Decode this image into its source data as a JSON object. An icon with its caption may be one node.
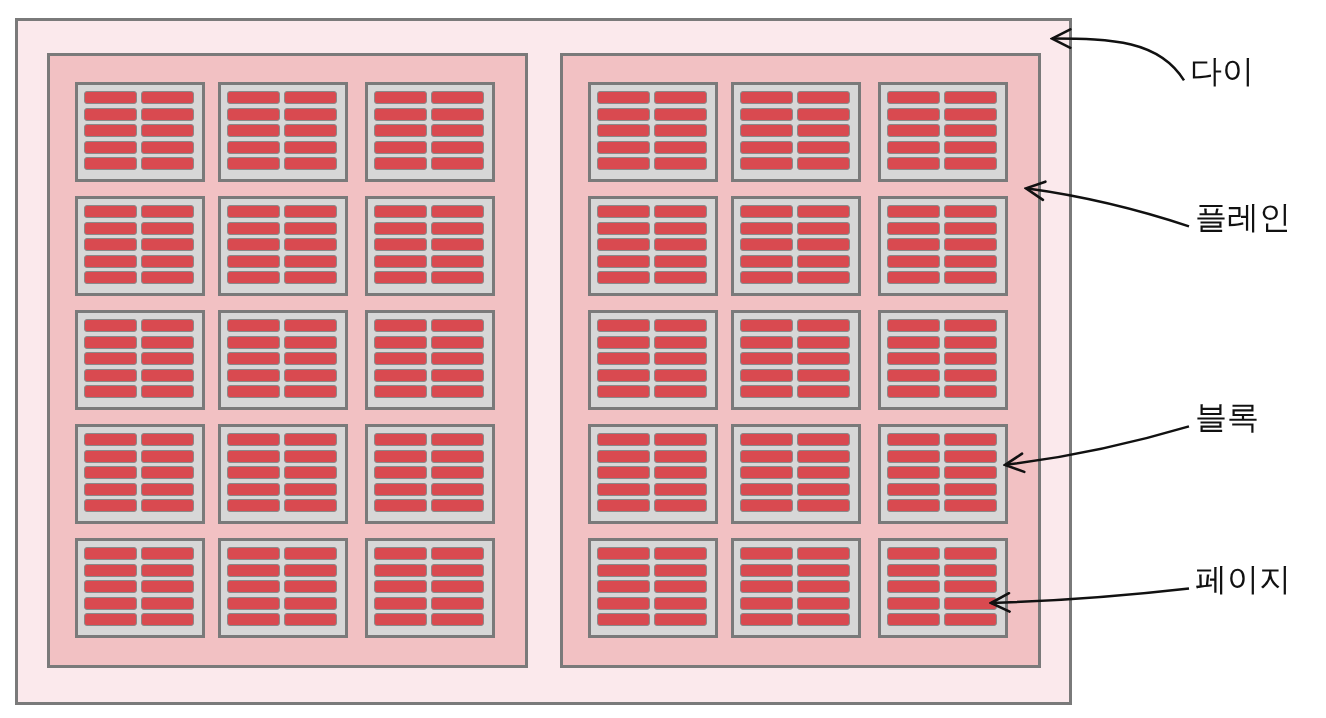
{
  "diagram": {
    "nodes": [
      {
        "text": [],
        "shape": "box"
      },
      {
        "text": [],
        "shape": "box",
        "in": 0
      },
      {
        "text": [],
        "shape": "box",
        "in": 1
      },
      {
        "text": [],
        "shape": "bar",
        "in": 2
      },
      {
        "text": [],
        "shape": "bar",
        "in": 2
      },
      {
        "text": [],
        "shape": "bar",
        "in": 2
      },
      {
        "text": [],
        "shape": "bar",
        "in": 2
      },
      {
        "text": [],
        "shape": "bar",
        "in": 2
      },
      {
        "text": [],
        "shape": "bar",
        "in": 2
      },
      {
        "text": [],
        "shape": "bar",
        "in": 2
      },
      {
        "text": [],
        "shape": "bar",
        "in": 2
      },
      {
        "text": [],
        "shape": "bar",
        "in": 2
      },
      {
        "text": [],
        "shape": "bar",
        "in": 2
      },
      {
        "text": [],
        "shape": "box",
        "in": 1
      },
      {
        "text": [],
        "shape": "bar",
        "in": 13
      },
      {
        "text": [],
        "shape": "bar",
        "in": 13
      },
      {
        "text": [],
        "shape": "bar",
        "in": 13
      },
      {
        "text": [],
        "shape": "bar",
        "in": 13
      },
      {
        "text": [],
        "shape": "bar",
        "in": 13
      },
      {
        "text": [],
        "shape": "bar",
        "in": 13
      },
      {
        "text": [],
        "shape": "bar",
        "in": 13
      },
      {
        "text": [],
        "shape": "bar",
        "in": 13
      },
      {
        "text": [],
        "shape": "bar",
        "in": 13
      },
      {
        "text": [],
        "shape": "bar",
        "in": 13
      },
      {
        "text": [],
        "shape": "box",
        "in": 1
      },
      {
        "text": [],
        "shape": "bar",
        "in": 24
      },
      {
        "text": [],
        "shape": "bar",
        "in": 24
      },
      {
        "text": [],
        "shape": "bar",
        "in": 24
      },
      {
        "text": [],
        "shape": "bar",
        "in": 24
      },
      {
        "text": [],
        "shape": "bar",
        "in": 24
      },
      {
        "text": [],
        "shape": "bar",
        "in": 24
      },
      {
        "text": [],
        "shape": "bar",
        "in": 24
      },
      {
        "text": [],
        "shape": "bar",
        "in": 24
      },
      {
        "text": [],
        "shape": "bar",
        "in": 24
      },
      {
        "text": [],
        "shape": "bar",
        "in": 24
      },
      {
        "text": [],
        "shape": "box",
        "in": 1
      },
      {
        "text": [],
        "shape": "bar",
        "in": 35
      },
      {
        "text": [],
        "shape": "bar",
        "in": 35
      },
      {
        "text": [],
        "shape": "bar",
        "in": 35
      },
      {
        "text": [],
        "shape": "bar",
        "in": 35
      },
      {
        "text": [],
        "shape": "bar",
        "in": 35
      },
      {
        "text": [],
        "shape": "bar",
        "in": 35
      },
      {
        "text": [],
        "shape": "bar",
        "in": 35
      },
      {
        "text": [],
        "shape": "bar",
        "in": 35
      },
      {
        "text": [],
        "shape": "bar",
        "in": 35
      },
      {
        "text": [],
        "shape": "bar",
        "in": 35
      },
      {
        "text": [],
        "shape": "box",
        "in": 1
      },
      {
        "text": [],
        "shape": "bar",
        "in": 46
      },
      {
        "text": [],
        "shape": "bar",
        "in": 46
      },
      {
        "text": [],
        "shape": "bar",
        "in": 46
      },
      {
        "text": [],
        "shape": "bar",
        "in": 46
      },
      {
        "text": [],
        "shape": "bar",
        "in": 46
      },
      {
        "text": [],
        "shape": "bar",
        "in": 46
      },
      {
        "text": [],
        "shape": "bar",
        "in": 46
      },
      {
        "text": [],
        "shape": "bar",
        "in": 46
      },
      {
        "text": [],
        "shape": "bar",
        "in": 46
      },
      {
        "text": [],
        "shape": "bar",
        "in": 46
      },
      {
        "text": [],
        "shape": "box",
        "in": 1
      },
      {
        "text": [],
        "shape": "bar",
        "in": 57
      },
      {
        "text": [],
        "shape": "bar",
        "in": 57
      },
      {
        "text": [],
        "shape": "bar",
        "in": 57
      },
      {
        "text": [],
        "shape": "bar",
        "in": 57
      },
      {
        "text": [],
        "shape": "bar",
        "in": 57
      },
      {
        "text": [],
        "shape": "bar",
        "in": 57
      },
      {
        "text": [],
        "shape": "bar",
        "in": 57
      },
      {
        "text": [],
        "shape": "bar",
        "in": 57
      },
      {
        "text": [],
        "shape": "bar",
        "in": 57
      },
      {
        "text": [],
        "shape": "bar",
        "in": 57
      },
      {
        "text": [],
        "shape": "box",
        "in": 1
      },
      {
        "text": [],
        "shape": "bar",
        "in": 68
      },
      {
        "text": [],
        "shape": "bar",
        "in": 68
      },
      {
        "text": [],
        "shape": "bar",
        "in": 68
      },
      {
        "text": [],
        "shape": "bar",
        "in": 68
      },
      {
        "text": [],
        "shape": "bar",
        "in": 68
      },
      {
        "text": [],
        "shape": "bar",
        "in": 68
      },
      {
        "text": [],
        "shape": "bar",
        "in": 68
      },
      {
        "text": [],
        "shape": "bar",
        "in": 68
      },
      {
        "text": [],
        "shape": "bar",
        "in": 68
      },
      {
        "text": [],
        "shape": "bar",
        "in": 68
      },
      {
        "text": [],
        "shape": "box",
        "in": 1
      },
      {
        "text": [],
        "shape": "bar",
        "in": 79
      },
      {
        "text": [],
        "shape": "bar",
        "in": 79
      },
      {
        "text": [],
        "shape": "bar",
        "in": 79
      },
      {
        "text": [],
        "shape": "bar",
        "in": 79
      },
      {
        "text": [],
        "shape": "bar",
        "in": 79
      },
      {
        "text": [],
        "shape": "bar",
        "in": 79
      },
      {
        "text": [],
        "shape": "bar",
        "in": 79
      },
      {
        "text": [],
        "shape": "bar",
        "in": 79
      },
      {
        "text": [],
        "shape": "bar",
        "in": 79
      },
      {
        "text": [],
        "shape": "bar",
        "in": 79
      },
      {
        "text": [],
        "shape": "box",
        "in": 1
      },
      {
        "text": [],
        "shape": "bar",
        "in": 90
      },
      {
        "text": [],
        "shape": "bar",
        "in": 90
      },
      {
        "text": [],
        "shape": "bar",
        "in": 90
      },
      {
        "text": [],
        "shape": "bar",
        "in": 90
      },
      {
        "text": [],
        "shape": "bar",
        "in": 90
      },
      {
        "text": [],
        "shape": "bar",
        "in": 90
      },
      {
        "text": [],
        "shape": "bar",
        "in": 90
      },
      {
        "text": [],
        "shape": "bar",
        "in": 90
      },
      {
        "text": [],
        "shape": "bar",
        "in": 90
      },
      {
        "text": [],
        "shape": "bar",
        "in": 90
      },
      {
        "text": [],
        "shape": "box",
        "in": 1
      },
      {
        "text": [],
        "shape": "bar",
        "in": 101
      },
      {
        "text": [],
        "shape": "bar",
        "in": 101
      },
      {
        "text": [],
        "shape": "bar",
        "in": 101
      },
      {
        "text": [],
        "shape": "bar",
        "in": 101
      },
      {
        "text": [],
        "shape": "bar",
        "in": 101
      },
      {
        "text": [],
        "shape": "bar",
        "in": 101
      },
      {
        "text": [],
        "shape": "bar",
        "in": 101
      },
      {
        "text": [],
        "shape": "bar",
        "in": 101
      },
      {
        "text": [],
        "shape": "bar",
        "in": 101
      },
      {
        "text": [],
        "shape": "bar",
        "in": 101
      },
      {
        "text": [],
        "shape": "box",
        "in": 1
      },
      {
        "text": [],
        "shape": "bar",
        "in": 112
      },
      {
        "text": [],
        "shape": "bar",
        "in": 112
      },
      {
        "text": [],
        "shape": "bar",
        "in": 112
      },
      {
        "text": [],
        "shape": "bar",
        "in": 112
      },
      {
        "text": [],
        "shape": "bar",
        "in": 112
      },
      {
        "text": [],
        "shape": "bar",
        "in": 112
      },
      {
        "text": [],
        "shape": "bar",
        "in": 112
      },
      {
        "text": [],
        "shape": "bar",
        "in": 112
      },
      {
        "text": [],
        "shape": "bar",
        "in": 112
      },
      {
        "text": [],
        "shape": "bar",
        "in": 112
      },
      {
        "text": [],
        "shape": "box",
        "in": 1
      },
      {
        "text": [],
        "shape": "bar",
        "in": 123
      },
      {
        "text": [],
        "shape": "bar",
        "in": 123
      },
      {
        "text": [],
        "shape": "bar",
        "in": 123
      },
      {
        "text": [],
        "shape": "bar",
        "in": 123
      },
      {
        "text": [],
        "shape": "bar",
        "in": 123
      },
      {
        "text": [],
        "shape": "bar",
        "in": 123
      },
      {
        "text": [],
        "shape": "bar",
        "in": 123
      },
      {
        "text": [],
        "shape": "bar",
        "in": 123
      },
      {
        "text": [],
        "shape": "bar",
        "in": 123
      },
      {
        "text": [],
        "shape": "bar",
        "in": 123
      },
      {
        "text": [],
        "shape": "box",
        "in": 1
      },
      {
        "text": [],
        "shape": "bar",
        "in": 134
      },
      {
        "text": [],
        "shape": "bar",
        "in": 134
      },
      {
        "text": [],
        "shape": "bar",
        "in": 134
      },
      {
        "text": [],
        "shape": "bar",
        "in": 134
      },
      {
        "text": [],
        "shape": "bar",
        "in": 134
      },
      {
        "text": [],
        "shape": "bar",
        "in": 134
      },
      {
        "text": [],
        "shape": "bar",
        "in": 134
      },
      {
        "text": [],
        "shape": "bar",
        "in": 134
      },
      {
        "text": [],
        "shape": "bar",
        "in": 134
      },
      {
        "text": [],
        "shape": "bar",
        "in": 134
      },
      {
        "text": [],
        "shape": "box",
        "in": 1
      },
      {
        "text": [],
        "shape": "bar",
        "in": 145
      },
      {
        "text": [],
        "shape": "bar",
        "in": 145
      },
      {
        "text": [],
        "shape": "bar",
        "in": 145
      },
      {
        "text": [],
        "shape": "bar",
        "in": 145
      },
      {
        "text": [],
        "shape": "bar",
        "in": 145
      },
      {
        "text": [],
        "shape": "bar",
        "in": 145
      },
      {
        "text": [],
        "shape": "bar",
        "in": 145
      },
      {
        "text": [],
        "shape": "bar",
        "in": 145
      },
      {
        "text": [],
        "shape": "bar",
        "in": 145
      },
      {
        "text": [],
        "shape": "bar",
        "in": 145
      },
      {
        "text": [],
        "shape": "box",
        "in": 1
      },
      {
        "text": [],
        "shape": "bar",
        "in": 156
      },
      {
        "text": [],
        "shape": "bar",
        "in": 156
      },
      {
        "text": [],
        "shape": "bar",
        "in": 156
      },
      {
        "text": [],
        "shape": "bar",
        "in": 156
      },
      {
        "text": [],
        "shape": "bar",
        "in": 156
      },
      {
        "text": [],
        "shape": "bar",
        "in": 156
      },
      {
        "text": [],
        "shape": "bar",
        "in": 156
      },
      {
        "text": [],
        "shape": "bar",
        "in": 156
      },
      {
        "text": [],
        "shape": "bar",
        "in": 156
      },
      {
        "text": [],
        "shape": "bar",
        "in": 156
      },
      {
        "text": [],
        "shape": "box",
        "in": 0
      },
      {
        "text": [],
        "shape": "box",
        "in": 167
      },
      {
        "text": [],
        "shape": "bar",
        "in": 168
      },
      {
        "text": [],
        "shape": "bar",
        "in": 168
      },
      {
        "text": [],
        "shape": "bar",
        "in": 168
      },
      {
        "text": [],
        "shape": "bar",
        "in": 168
      },
      {
        "text": [],
        "shape": "bar",
        "in": 168
      },
      {
        "text": [],
        "shape": "bar",
        "in": 168
      },
      {
        "text": [],
        "shape": "bar",
        "in": 168
      },
      {
        "text": [],
        "shape": "bar",
        "in": 168
      },
      {
        "text": [],
        "shape": "bar",
        "in": 168
      },
      {
        "text": [],
        "shape": "bar",
        "in": 168
      },
      {
        "text": [],
        "shape": "box",
        "in": 167
      },
      {
        "text": [],
        "shape": "bar",
        "in": 179
      },
      {
        "text": [],
        "shape": "bar",
        "in": 179
      },
      {
        "text": [],
        "shape": "bar",
        "in": 179
      },
      {
        "text": [],
        "shape": "bar",
        "in": 179
      },
      {
        "text": [],
        "shape": "bar",
        "in": 179
      },
      {
        "text": [],
        "shape": "bar",
        "in": 179
      },
      {
        "text": [],
        "shape": "bar",
        "in": 179
      },
      {
        "text": [],
        "shape": "bar",
        "in": 179
      },
      {
        "text": [],
        "shape": "bar",
        "in": 179
      },
      {
        "text": [],
        "shape": "bar",
        "in": 179
      },
      {
        "text": [],
        "shape": "box",
        "in": 167
      },
      {
        "text": [],
        "shape": "bar",
        "in": 190
      },
      {
        "text": [],
        "shape": "bar",
        "in": 190
      },
      {
        "text": [],
        "shape": "bar",
        "in": 190
      },
      {
        "text": [],
        "shape": "bar",
        "in": 190
      },
      {
        "text": [],
        "shape": "bar",
        "in": 190
      },
      {
        "text": [],
        "shape": "bar",
        "in": 190
      },
      {
        "text": [],
        "shape": "bar",
        "in": 190
      },
      {
        "text": [],
        "shape": "bar",
        "in": 190
      },
      {
        "text": [],
        "shape": "bar",
        "in": 190
      },
      {
        "text": [],
        "shape": "bar",
        "in": 190
      },
      {
        "text": [],
        "shape": "box",
        "in": 167
      },
      {
        "text": [],
        "shape": "bar",
        "in": 201
      },
      {
        "text": [],
        "shape": "bar",
        "in": 201
      },
      {
        "text": [],
        "shape": "bar",
        "in": 201
      },
      {
        "text": [],
        "shape": "bar",
        "in": 201
      },
      {
        "text": [],
        "shape": "bar",
        "in": 201
      },
      {
        "text": [],
        "shape": "bar",
        "in": 201
      },
      {
        "text": [],
        "shape": "bar",
        "in": 201
      },
      {
        "text": [],
        "shape": "bar",
        "in": 201
      },
      {
        "text": [],
        "shape": "bar",
        "in": 201
      },
      {
        "text": [],
        "shape": "bar",
        "in": 201
      },
      {
        "text": [],
        "shape": "box",
        "in": 167
      },
      {
        "text": [],
        "shape": "bar",
        "in": 212
      },
      {
        "text": [],
        "shape": "bar",
        "in": 212
      },
      {
        "text": [],
        "shape": "bar",
        "in": 212
      },
      {
        "text": [],
        "shape": "bar",
        "in": 212
      },
      {
        "text": [],
        "shape": "bar",
        "in": 212
      },
      {
        "text": [],
        "shape": "bar",
        "in": 212
      },
      {
        "text": [],
        "shape": "bar",
        "in": 212
      },
      {
        "text": [],
        "shape": "bar",
        "in": 212
      },
      {
        "text": [],
        "shape": "bar",
        "in": 212
      },
      {
        "text": [],
        "shape": "bar",
        "in": 212
      },
      {
        "text": [],
        "shape": "box",
        "in": 167
      },
      {
        "text": [],
        "shape": "bar",
        "in": 223
      },
      {
        "text": [],
        "shape": "bar",
        "in": 223
      },
      {
        "text": [],
        "shape": "bar",
        "in": 223
      },
      {
        "text": [],
        "shape": "bar",
        "in": 223
      },
      {
        "text": [],
        "shape": "bar",
        "in": 223
      },
      {
        "text": [],
        "shape": "bar",
        "in": 223
      },
      {
        "text": [],
        "shape": "bar",
        "in": 223
      },
      {
        "text": [],
        "shape": "bar",
        "in": 223
      },
      {
        "text": [],
        "shape": "bar",
        "in": 223
      },
      {
        "text": [],
        "shape": "bar",
        "in": 223
      },
      {
        "text": [],
        "shape": "box",
        "in": 167
      },
      {
        "text": [],
        "shape": "bar",
        "in": 234
      },
      {
        "text": [],
        "shape": "bar",
        "in": 234
      },
      {
        "text": [],
        "shape": "bar",
        "in": 234
      },
      {
        "text": [],
        "shape": "bar",
        "in": 234
      },
      {
        "text": [],
        "shape": "bar",
        "in": 234
      },
      {
        "text": [],
        "shape": "bar",
        "in": 234
      },
      {
        "text": [],
        "shape": "bar",
        "in": 234
      },
      {
        "text": [],
        "shape": "bar",
        "in": 234
      },
      {
        "text": [],
        "shape": "bar",
        "in": 234
      },
      {
        "text": [],
        "shape": "bar",
        "in": 234
      },
      {
        "text": [],
        "shape": "box",
        "in": 167
      },
      {
        "text": [],
        "shape": "bar",
        "in": 245
      },
      {
        "text": [],
        "shape": "bar",
        "in": 245
      },
      {
        "text": [],
        "shape": "bar",
        "in": 245
      },
      {
        "text": [],
        "shape": "bar",
        "in": 245
      },
      {
        "text": [],
        "shape": "bar",
        "in": 245
      },
      {
        "text": [],
        "shape": "bar",
        "in": 245
      },
      {
        "text": [],
        "shape": "bar",
        "in": 245
      },
      {
        "text": [],
        "shape": "bar",
        "in": 245
      },
      {
        "text": [],
        "shape": "bar",
        "in": 245
      },
      {
        "text": [],
        "shape": "bar",
        "in": 245
      },
      {
        "text": [],
        "shape": "box",
        "in": 167
      },
      {
        "text": [],
        "shape": "bar",
        "in": 256
      },
      {
        "text": [],
        "shape": "bar",
        "in": 256
      },
      {
        "text": [],
        "shape": "bar",
        "in": 256
      },
      {
        "text": [],
        "shape": "bar",
        "in": 256
      },
      {
        "text": [],
        "shape": "bar",
        "in": 256
      },
      {
        "text": [],
        "shape": "bar",
        "in": 256
      },
      {
        "text": [],
        "shape": "bar",
        "in": 256
      },
      {
        "text": [],
        "shape": "bar",
        "in": 256
      },
      {
        "text": [],
        "shape": "bar",
        "in": 256
      },
      {
        "text": [],
        "shape": "bar",
        "in": 256
      },
      {
        "text": [],
        "shape": "box",
        "in": 167
      },
      {
        "text": [],
        "shape": "bar",
        "in": 267
      },
      {
        "text": [],
        "shape": "bar",
        "in": 267
      },
      {
        "text": [],
        "shape": "bar",
        "in": 267
      },
      {
        "text": [],
        "shape": "bar",
        "in": 267
      },
      {
        "text": [],
        "shape": "bar",
        "in": 267
      },
      {
        "text": [],
        "shape": "bar",
        "in": 267
      },
      {
        "text": [],
        "shape": "bar",
        "in": 267
      },
      {
        "text": [],
        "shape": "bar",
        "in": 267
      },
      {
        "text": [],
        "shape": "bar",
        "in": 267
      },
      {
        "text": [],
        "shape": "bar",
        "in": 267
      },
      {
        "text": [],
        "shape": "box",
        "in": 167
      },
      {
        "text": [],
        "shape": "bar",
        "in": 278
      },
      {
        "text": [],
        "shape": "bar",
        "in": 278
      },
      {
        "text": [],
        "shape": "bar",
        "in": 278
      },
      {
        "text": [],
        "shape": "bar",
        "in": 278
      },
      {
        "text": [],
        "shape": "bar",
        "in": 278
      },
      {
        "text": [],
        "shape": "bar",
        "in": 278
      },
      {
        "text": [],
        "shape": "bar",
        "in": 278
      },
      {
        "text": [],
        "shape": "bar",
        "in": 278
      },
      {
        "text": [],
        "shape": "bar",
        "in": 278
      },
      {
        "text": [],
        "shape": "bar",
        "in": 278
      },
      {
        "text": [],
        "shape": "box",
        "in": 167
      },
      {
        "text": [],
        "shape": "bar",
        "in": 289
      },
      {
        "text": [],
        "shape": "bar",
        "in": 289
      },
      {
        "text": [],
        "shape": "bar",
        "in": 289
      },
      {
        "text": [],
        "shape": "bar",
        "in": 289
      },
      {
        "text": [],
        "shape": "bar",
        "in": 289
      },
      {
        "text": [],
        "shape": "bar",
        "in": 289
      },
      {
        "text": [],
        "shape": "bar",
        "in": 289
      },
      {
        "text": [],
        "shape": "bar",
        "in": 289
      },
      {
        "text": [],
        "shape": "bar",
        "in": 289
      },
      {
        "text": [],
        "shape": "bar",
        "in": 289
      },
      {
        "text": [],
        "shape": "box",
        "in": 167
      },
      {
        "text": [],
        "shape": "bar",
        "in": 300
      },
      {
        "text": [],
        "shape": "bar",
        "in": 300
      },
      {
        "text": [],
        "shape": "bar",
        "in": 300
      },
      {
        "text": [],
        "shape": "bar",
        "in": 300
      },
      {
        "text": [],
        "shape": "bar",
        "in": 300
      },
      {
        "text": [],
        "shape": "bar",
        "in": 300
      },
      {
        "text": [],
        "shape": "bar",
        "in": 300
      },
      {
        "text": [],
        "shape": "bar",
        "in": 300
      },
      {
        "text": [],
        "shape": "bar",
        "in": 300
      },
      {
        "text": [],
        "shape": "bar",
        "in": 300
      },
      {
        "text": [],
        "shape": "box",
        "in": 167
      },
      {
        "text": [],
        "shape": "bar",
        "in": 311
      },
      {
        "text": [],
        "shape": "bar",
        "in": 311
      },
      {
        "text": [],
        "shape": "bar",
        "in": 311
      },
      {
        "text": [],
        "shape": "bar",
        "in": 311
      },
      {
        "text": [],
        "shape": "bar",
        "in": 311
      },
      {
        "text": [],
        "shape": "bar",
        "in": 311
      },
      {
        "text": [],
        "shape": "bar",
        "in": 311
      },
      {
        "text": [],
        "shape": "bar",
        "in": 311
      },
      {
        "text": [],
        "shape": "bar",
        "in": 311
      },
      {
        "text": [],
        "shape": "bar",
        "in": 311
      },
      {
        "text": [],
        "shape": "box",
        "in": 167
      },
      {
        "text": [],
        "shape": "bar",
        "in": 322
      },
      {
        "text": [],
        "shape": "bar",
        "in": 322
      },
      {
        "text": [],
        "shape": "bar",
        "in": 322
      },
      {
        "text": [],
        "shape": "bar",
        "in": 322
      },
      {
        "text": [],
        "shape": "bar",
        "in": 322
      },
      {
        "text": [],
        "shape": "bar",
        "in": 322
      },
      {
        "text": [],
        "shape": "bar",
        "in": 322
      },
      {
        "text": [],
        "shape": "bar",
        "in": 322
      },
      {
        "text": [],
        "shape": "bar",
        "in": 322
      },
      {
        "text": [],
        "shape": "bar",
        "in": 322
      },
      {
        "text": [
          "다이"
        ]
      },
      {
        "text": [
          "플레인"
        ]
      },
      {
        "text": [
          "블록"
        ]
      },
      {
        "text": [
          "페이지"
        ]
      }
    ],
    "edges": [
      {
        "from": 333,
        "to": 0,
        "arrow": "to"
      },
      {
        "from": 334,
        "to": 167,
        "arrow": "to"
      },
      {
        "from": 335,
        "to": 289,
        "arrow": "to"
      },
      {
        "from": 336,
        "to": 330,
        "arrow": "to"
      }
    ]
  }
}
